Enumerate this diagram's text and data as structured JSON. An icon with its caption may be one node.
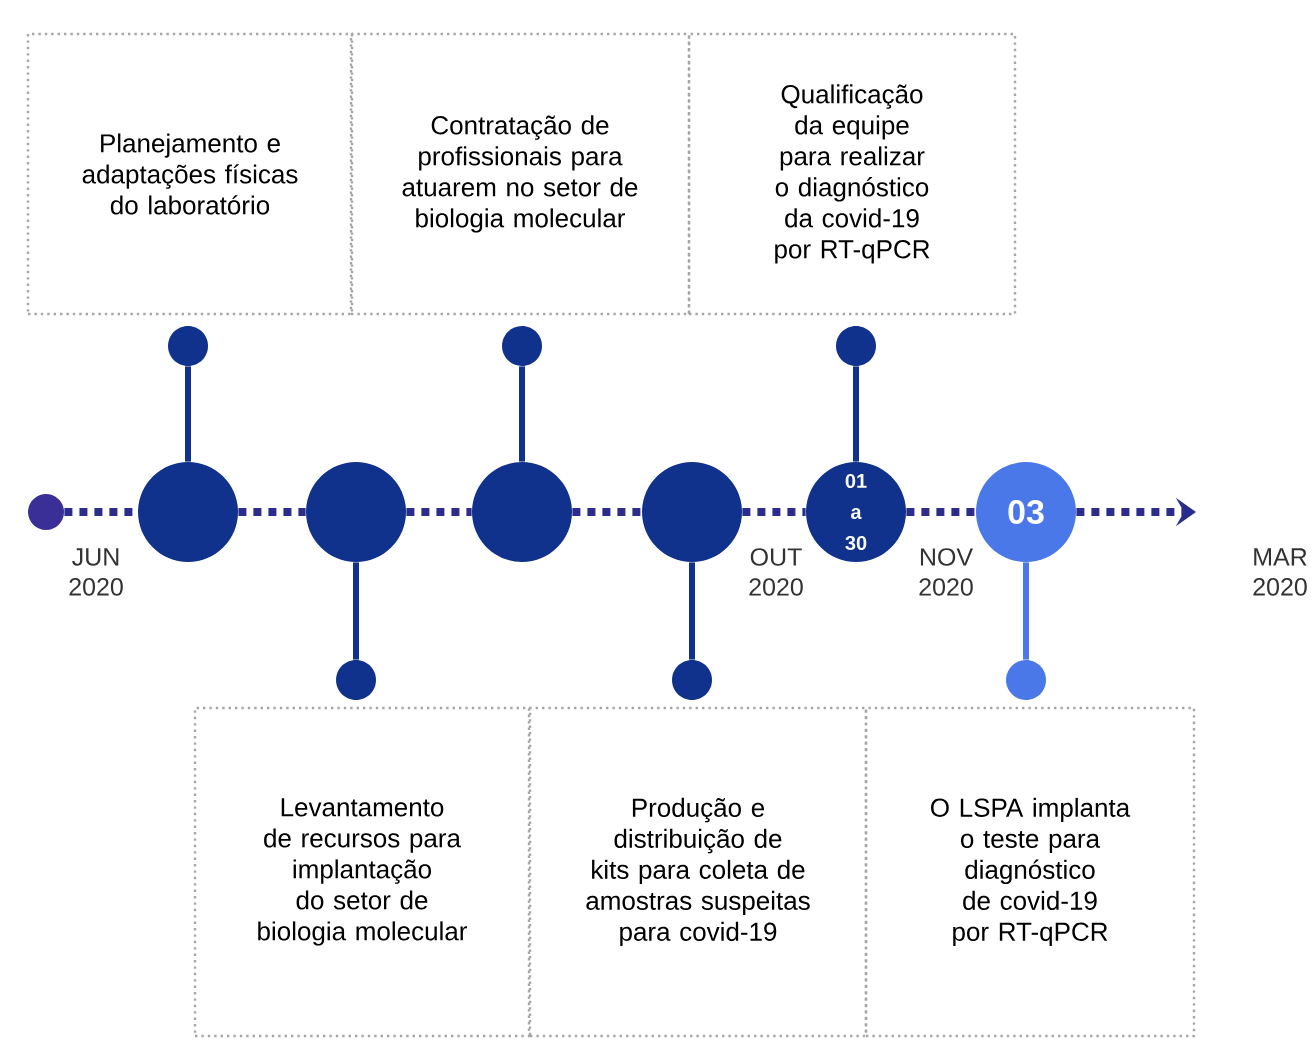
{
  "diagram": {
    "nodes": [
      {
        "text": [],
        "shape": "circle"
      },
      {
        "text": [],
        "shape": "circle"
      },
      {
        "text": [],
        "shape": "circle"
      },
      {
        "text": [],
        "shape": "circle"
      },
      {
        "text": [],
        "shape": "circle"
      },
      {
        "text": [
          "01 a 30"
        ]
      },
      {
        "text": [
          "03"
        ]
      },
      {
        "text": [],
        "shape": "circle"
      },
      {
        "text": [],
        "shape": "circle"
      },
      {
        "text": [],
        "shape": "circle"
      },
      {
        "text": [],
        "shape": "circle"
      },
      {
        "text": [],
        "shape": "circle"
      },
      {
        "text": [],
        "shape": "circle"
      },
      {
        "text": [
          "Planejamento e adaptações físicas do laboratório"
        ]
      },
      {
        "text": [
          "Contratação de profissionais para atuarem no setor de biologia molecular"
        ]
      },
      {
        "text": [
          "Qualificação da equipe para realizar o diagnóstico da covid-19 por RT-qPCR"
        ]
      },
      {
        "text": [
          "Levantamento de recursos para implantação do setor de biologia molecular"
        ]
      },
      {
        "text": [
          "Produção e distribuição de kits para coleta de amostras suspeitas para covid-19"
        ]
      },
      {
        "text": [
          "O LSPA implanta o teste para diagnóstico de covid-19 por RT-qPCR"
        ]
      }
    ],
    "edges": [
      {
        "from": 0,
        "to": 1,
        "arrow": "none",
        "style": "dashed"
      },
      {
        "from": 1,
        "to": 2,
        "arrow": "none",
        "style": "dashed"
      },
      {
        "from": 2,
        "to": 3,
        "arrow": "none",
        "style": "dashed"
      },
      {
        "from": 3,
        "to": 4,
        "arrow": "none",
        "style": "dashed"
      },
      {
        "from": 4,
        "to": 5,
        "arrow": "none",
        "style": "dashed"
      },
      {
        "from": 5,
        "to": 6,
        "arrow": "none",
        "style": "dashed"
      },
      {
        "from": 6,
        "to": null,
        "arrow": "to",
        "style": "dashed"
      },
      {
        "from": 1,
        "to": 7,
        "arrow": "none"
      },
      {
        "from": 2,
        "to": 8,
        "arrow": "none"
      },
      {
        "from": 3,
        "to": 9,
        "arrow": "none"
      },
      {
        "from": 4,
        "to": 10,
        "arrow": "none"
      },
      {
        "from": 5,
        "to": 11,
        "arrow": "none"
      },
      {
        "from": 6,
        "to": 12,
        "arrow": "none",
        "color": "#4a78e8"
      }
    ],
    "labels": [
      "JUN 2020",
      "OUT 2020",
      "NOV 2020",
      "MAR 2020"
    ]
  }
}
